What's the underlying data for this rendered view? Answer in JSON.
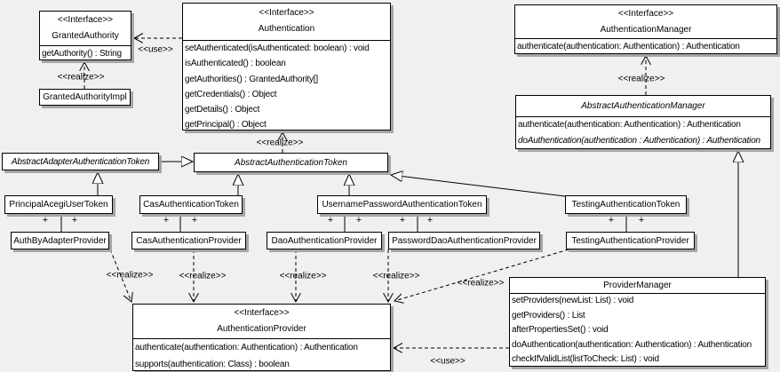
{
  "diagram": {
    "labels": {
      "realize": "<<realize>>",
      "use": "<<use>>",
      "plus": "+"
    },
    "colors": {
      "canvas_bg": "#f0f0f0",
      "box_bg": "#ffffff",
      "box_border": "#000000",
      "box_shadow": "#a6a6a6",
      "text": "#000000"
    },
    "classes": {
      "granted_authority": {
        "stereotype": "<<Interface>>",
        "name": "GrantedAuthority",
        "methods": [
          "getAuthority() : String"
        ]
      },
      "authentication": {
        "stereotype": "<<Interface>>",
        "name": "Authentication",
        "methods": [
          "setAuthenticated(isAuthenticated: boolean) : void",
          "isAuthenticated() : boolean",
          "getAuthorities() : GrantedAuthority[]",
          "getCredentials() : Object",
          "getDetails() : Object",
          "getPrincipal() : Object"
        ]
      },
      "authentication_manager": {
        "stereotype": "<<Interface>>",
        "name": "AuthenticationManager",
        "methods": [
          "authenticate(authentication: Authentication) : Authentication"
        ]
      },
      "granted_authority_impl": {
        "name": "GrantedAuthorityImpl"
      },
      "abstract_authentication_manager": {
        "name": "AbstractAuthenticationManager",
        "methods": [
          "authenticate(authentication: Authentication) : Authentication",
          "doAuthentication(authentication : Authentication) : Authentication"
        ]
      },
      "abstract_adapter_authentication_token": {
        "name": "AbstractAdapterAuthenticationToken"
      },
      "abstract_authentication_token": {
        "name": "AbstractAuthenticationToken"
      },
      "principal_acegi_user_token": {
        "name": "PrincipalAcegiUserToken"
      },
      "cas_authentication_token": {
        "name": "CasAuthenticationToken"
      },
      "username_password_authentication_token": {
        "name": "UsernamePasswordAuthenticationToken"
      },
      "testing_authentication_token": {
        "name": "TestingAuthenticationToken"
      },
      "auth_by_adapter_provider": {
        "name": "AuthByAdapterProvider"
      },
      "cas_authentication_provider": {
        "name": "CasAuthenticationProvider"
      },
      "dao_authentication_provider": {
        "name": "DaoAuthenticationProvider"
      },
      "password_dao_authentication_provider": {
        "name": "PasswordDaoAuthenticationProvider"
      },
      "testing_authentication_provider": {
        "name": "TestingAuthenticationProvider"
      },
      "authentication_provider": {
        "stereotype": "<<Interface>>",
        "name": "AuthenticationProvider",
        "methods": [
          "authenticate(authentication: Authentication) : Authentication",
          "supports(authentication: Class) : boolean"
        ]
      },
      "provider_manager": {
        "name": "ProviderManager",
        "methods": [
          "setProviders(newList: List) : void",
          "getProviders() : List",
          "afterPropertiesSet() : void",
          "doAuthentication(authentication: Authentication) : Authentication",
          "checkIfValidList(listToCheck: List) : void"
        ]
      }
    }
  }
}
